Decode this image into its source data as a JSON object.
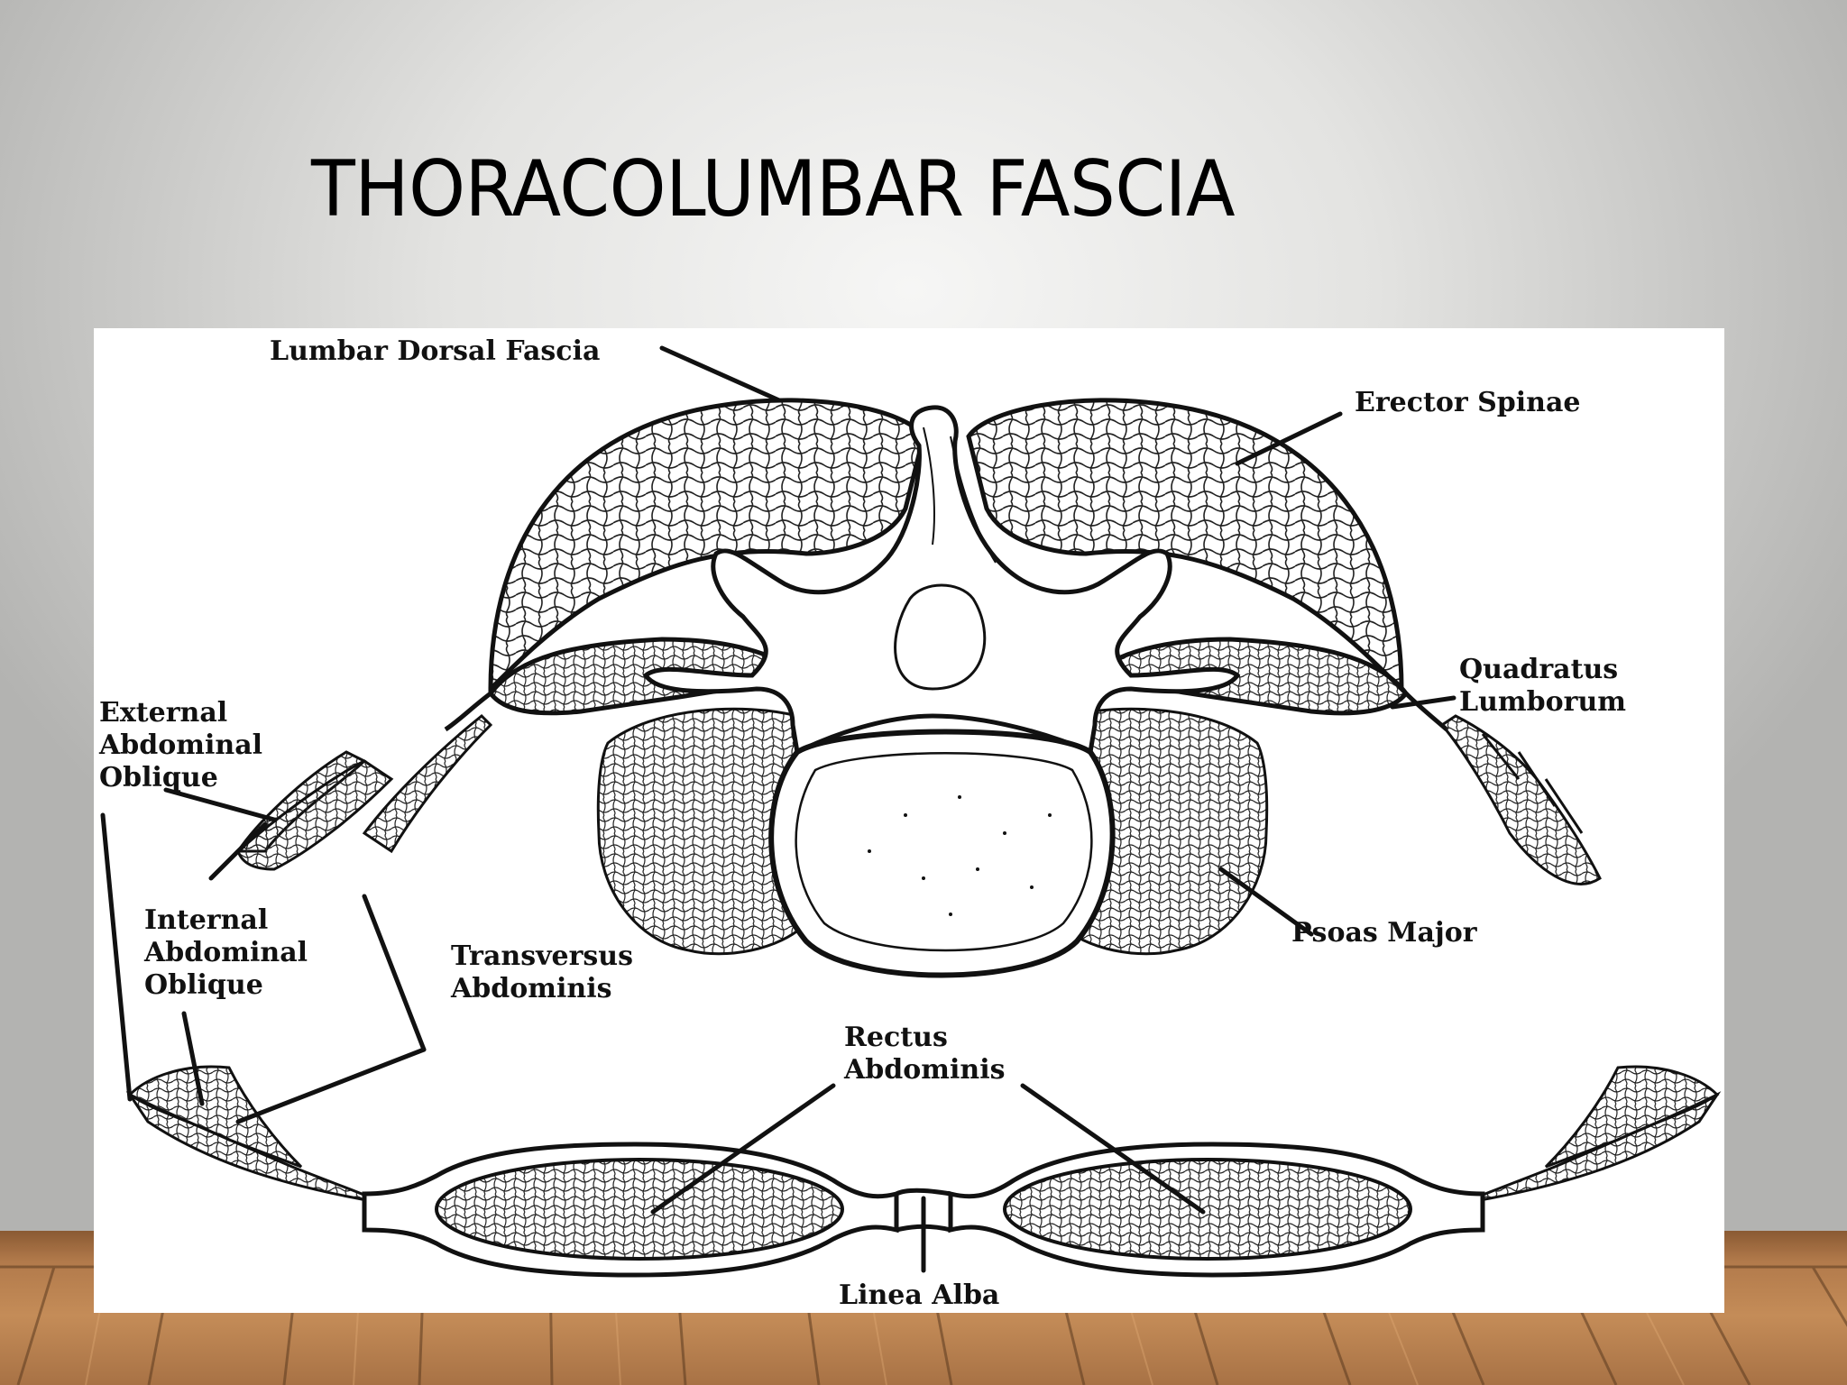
{
  "slide": {
    "title": "THORACOLUMBAR FASCIA"
  },
  "diagram": {
    "labels": {
      "lumbar_dorsal_fascia": "Lumbar Dorsal Fascia",
      "erector_spinae": "Erector Spinae",
      "quadratus_1": "Quadratus",
      "quadratus_2": "Lumborum",
      "external_1": "External",
      "external_2": "Abdominal",
      "external_3": "Oblique",
      "internal_1": "Internal",
      "internal_2": "Abdominal",
      "internal_3": "Oblique",
      "transversus_1": "Transversus",
      "transversus_2": "Abdominis",
      "psoas_major": "Psoas Major",
      "rectus_1": "Rectus",
      "rectus_2": "Abdominis",
      "linea_alba": "Linea Alba"
    }
  },
  "colors": {
    "title": "#000000",
    "figure_background": "#ffffff",
    "floor_wood": "#b27a4b",
    "outline": "#111111"
  }
}
